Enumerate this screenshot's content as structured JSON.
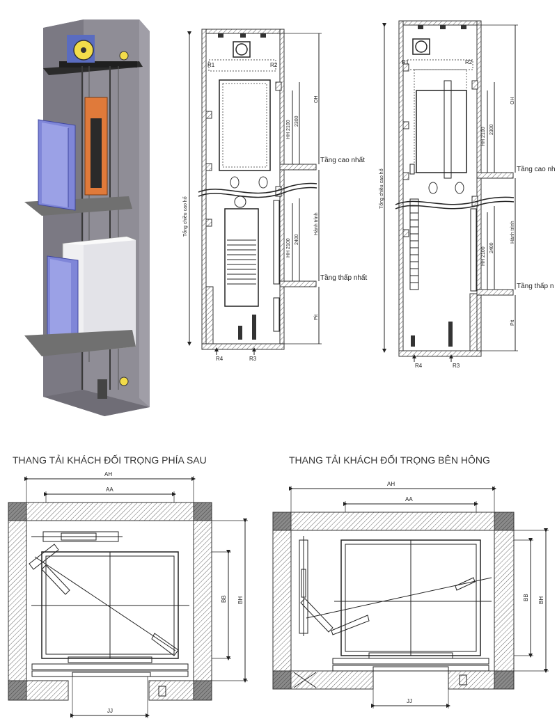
{
  "captions": {
    "plan_rear": "THANG TẢI KHÁCH ĐỐI TRỌNG PHÍA SAU",
    "plan_side": "THANG TẢI KHÁCH ĐỐI TRỌNG BÊN HÔNG"
  },
  "section_left": {
    "r1": "R1",
    "r2": "R2",
    "r3": "R3",
    "r4": "R4",
    "oh": "OH",
    "travel": "Hành trình",
    "pit": "Pit",
    "total_height": "Tổng chiều cao hố",
    "hh_top": "HH 2100",
    "dim_top": "2300",
    "hh_bottom": "HH 2100",
    "dim_bottom": "2400",
    "top_floor": "Tầng cao nhất",
    "bottom_floor": "Tầng thấp nhất"
  },
  "section_right": {
    "r1": "R1",
    "r2": "R2",
    "r3": "R3",
    "r4": "R4",
    "oh": "OH",
    "travel": "Hành trình",
    "pit": "Pit",
    "total_height": "Tổng chiều cao hố",
    "hh_top": "HH 2100",
    "dim_top": "2300",
    "hh_bottom": "HH 2100",
    "dim_bottom": "2400",
    "top_floor": "Tầng cao nh",
    "bottom_floor": "Tầng thấp n"
  },
  "plan_rear": {
    "ah": "AH",
    "aa": "AA",
    "bb": "BB",
    "bh": "BH",
    "jj": "JJ"
  },
  "plan_side": {
    "ah": "AH",
    "aa": "AA",
    "bb": "BB",
    "bh": "BH",
    "jj": "JJ"
  },
  "colors": {
    "shaft_wall": "#8f8d96",
    "car_white": "#f0f0f2",
    "door_blue": "#7f86d8",
    "counterweight": "#e07a3a",
    "machine": "#5a6cc0",
    "sheave": "#f2dc4a"
  }
}
